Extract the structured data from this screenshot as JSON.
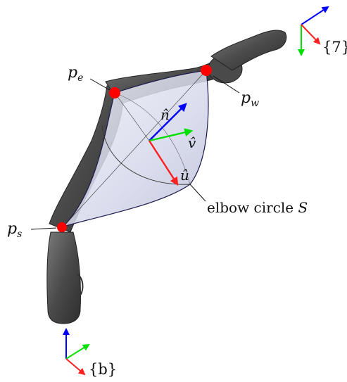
{
  "labels": {
    "pe_base": "p",
    "pe_sub": "e",
    "pw_base": "p",
    "pw_sub": "w",
    "ps_base": "p",
    "ps_sub": "s",
    "n_hat": "n̂",
    "v_hat": "v̂",
    "u_hat": "û",
    "elbow_text": "elbow circle ",
    "elbow_sym": "S",
    "frame_7": "{7}",
    "frame_b": "{b}"
  },
  "colors": {
    "joint": "#ff0000",
    "axis_x": "#ff2020",
    "axis_y": "#00e000",
    "axis_z": "#0000ff",
    "cone_fill": "#dcdff0",
    "robot": "#5a5a5a"
  },
  "icons": {
    "joint_marker": "red-dot",
    "frame": "xyz-triad"
  }
}
